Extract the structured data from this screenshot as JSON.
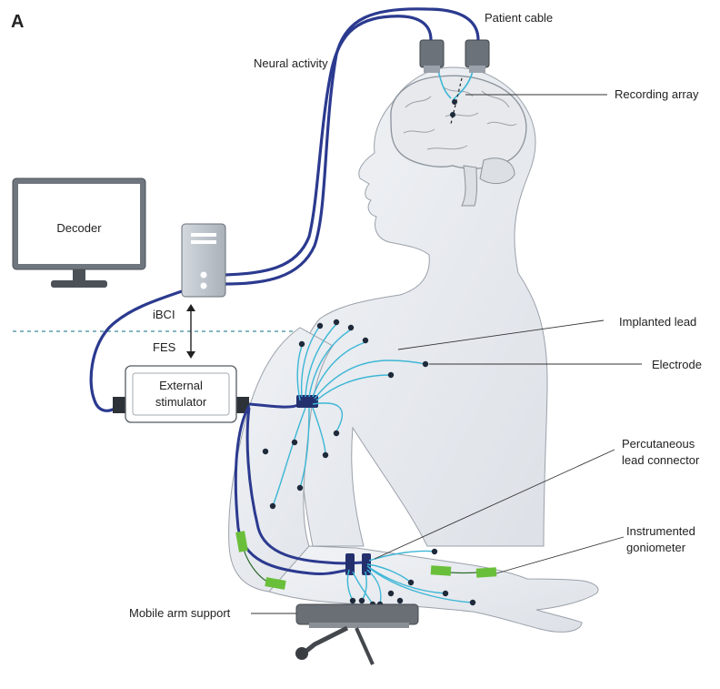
{
  "figure": {
    "panel_label": "A",
    "labels": {
      "patient_cable": "Patient cable",
      "neural_activity": "Neural activity",
      "recording_array": "Recording array",
      "decoder": "Decoder",
      "ibci": "iBCI",
      "fes": "FES",
      "implanted_lead": "Implanted lead",
      "electrode": "Electrode",
      "external_stimulator_line1": "External",
      "external_stimulator_line2": "stimulator",
      "percutaneous_line1": "Percutaneous",
      "percutaneous_line2": "lead connector",
      "goniometer_line1": "Instrumented",
      "goniometer_line2": "goniometer",
      "mobile_arm_support": "Mobile arm support"
    },
    "colors": {
      "cable": "#2b3a8f",
      "lead": "#3cb6d6",
      "body": "#e6e9ee",
      "outline": "#6a7078",
      "electrode": "#1e2a3a",
      "sensor": "#6abf3a",
      "device": "#b9c0c9"
    }
  }
}
